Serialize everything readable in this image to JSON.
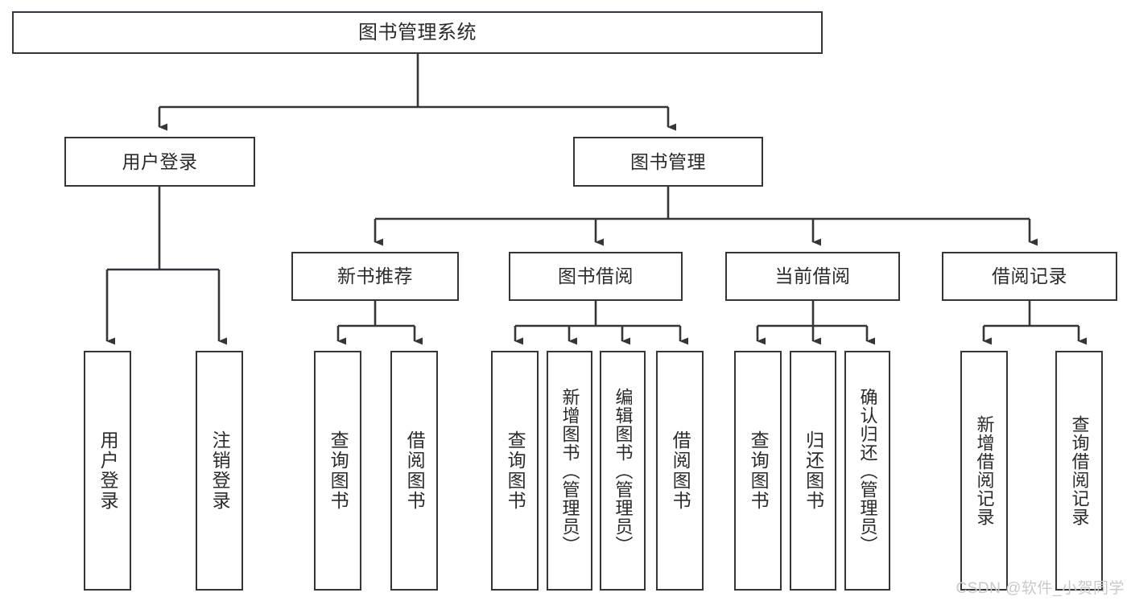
{
  "diagram": {
    "title": "图书管理系统",
    "type": "tree",
    "colors": {
      "box_border": "#33363b",
      "box_fill": "#ffffff",
      "connector": "#33363b",
      "text": "#2b2b2b",
      "watermark": "#c9c9c9"
    },
    "levels": {
      "root": {
        "label": "图书管理系统"
      },
      "level2": [
        {
          "label": "用户登录"
        },
        {
          "label": "图书管理"
        }
      ],
      "level3": [
        {
          "label": "新书推荐"
        },
        {
          "label": "图书借阅"
        },
        {
          "label": "当前借阅"
        },
        {
          "label": "借阅记录"
        }
      ],
      "leaves": {
        "user_login": [
          {
            "label": "用户登录"
          },
          {
            "label": "注销登录"
          }
        ],
        "new_book_recommend": [
          {
            "label": "查询图书"
          },
          {
            "label": "借阅图书"
          }
        ],
        "book_borrow": [
          {
            "label": "查询图书"
          },
          {
            "label": "新增图书（管理员）"
          },
          {
            "label": "编辑图书（管理员）"
          },
          {
            "label": "借阅图书"
          }
        ],
        "current_borrow": [
          {
            "label": "查询图书"
          },
          {
            "label": "归还图书"
          },
          {
            "label": "确认归还（管理员）"
          }
        ],
        "borrow_record": [
          {
            "label": "新增借阅记录"
          },
          {
            "label": "查询借阅记录"
          }
        ]
      }
    },
    "watermark": "CSDN @软件_小贺同学"
  }
}
